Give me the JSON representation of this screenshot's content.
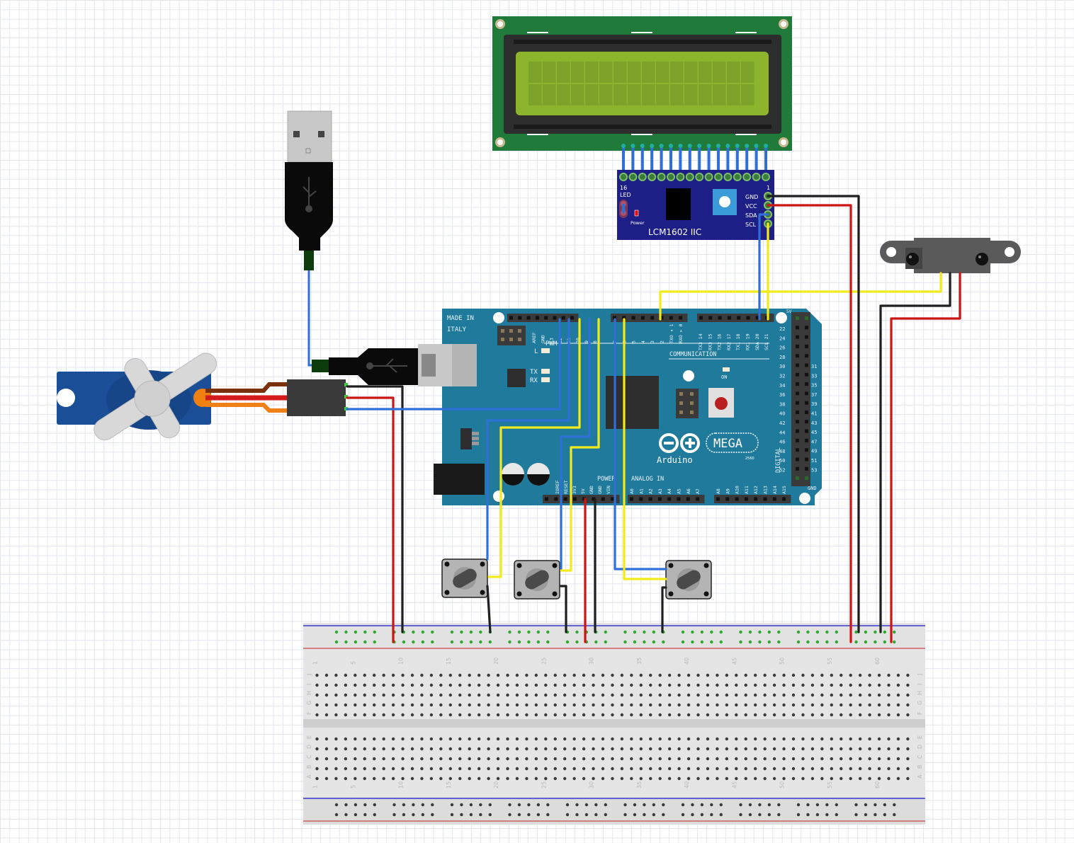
{
  "arduino": {
    "made_in": "MADE IN",
    "italy": "ITALY",
    "brand": "Arduino",
    "model": "MEGA",
    "model_sub": "2560",
    "led_l": "L",
    "led_tx": "TX",
    "led_rx": "RX",
    "led_on": "ON",
    "pwm_label": "PWM",
    "comm_label": "COMMUNICATION",
    "power_label": "POWER",
    "analog_label": "ANALOG IN",
    "digital_label": "DIGITAL",
    "header_5v": "5V",
    "header_gnd": "GND",
    "top_pins_left": [
      "AREF",
      "GND",
      "13",
      "12",
      "11",
      "10",
      "9",
      "8"
    ],
    "top_pins_mid": [
      "7",
      "6",
      "5",
      "4",
      "3",
      "2",
      "TXO ◂ 1",
      "RXO ▸ 0"
    ],
    "top_pins_comm": [
      "TX3 14",
      "RX3 15",
      "TX2 16",
      "RX2 17",
      "TX1 18",
      "RX1 19",
      "SDA 20",
      "SCL 21"
    ],
    "power_pins": [
      "IOREF",
      "RESET",
      "3V3",
      "5V",
      "GND",
      "GND",
      "VIN"
    ],
    "analog_pins": [
      "A0",
      "A1",
      "A2",
      "A3",
      "A4",
      "A5",
      "A6",
      "A7"
    ],
    "analog_pins_2": [
      "A8",
      "A9",
      "A10",
      "A11",
      "A12",
      "A13",
      "A14",
      "A15"
    ],
    "digital_left": [
      "22",
      "24",
      "26",
      "28",
      "30",
      "32",
      "34",
      "36",
      "38",
      "40",
      "42",
      "44",
      "46",
      "48",
      "50",
      "52"
    ],
    "digital_right": [
      "31",
      "33",
      "35",
      "37",
      "39",
      "41",
      "43",
      "45",
      "47",
      "49",
      "51",
      "53"
    ]
  },
  "lcd_module": {
    "label": "LCM1602 IIC",
    "pin_first": "16",
    "pin_last": "1",
    "led_label": "LED",
    "power_label": "Power",
    "pins": [
      "GND",
      "VCC",
      "SDA",
      "SCL"
    ]
  },
  "breadboard": {
    "column_labels": [
      "1",
      "5",
      "10",
      "15",
      "20",
      "25",
      "30",
      "35",
      "40",
      "45",
      "50",
      "55",
      "60"
    ],
    "rows_top": [
      "J",
      "I",
      "H",
      "G",
      "F"
    ],
    "rows_bottom": [
      "E",
      "D",
      "C",
      "B",
      "A"
    ]
  },
  "colors": {
    "wire_blue": "#2f6fd8",
    "wire_yellow": "#f2ea1a",
    "wire_red": "#cc1414",
    "wire_black": "#1e1e1e",
    "arduino_board": "#1f7a9c",
    "lcd_pcb": "#207a3a",
    "lcd_screen": "#8cb42c",
    "i2c_pcb": "#1e1f86"
  }
}
